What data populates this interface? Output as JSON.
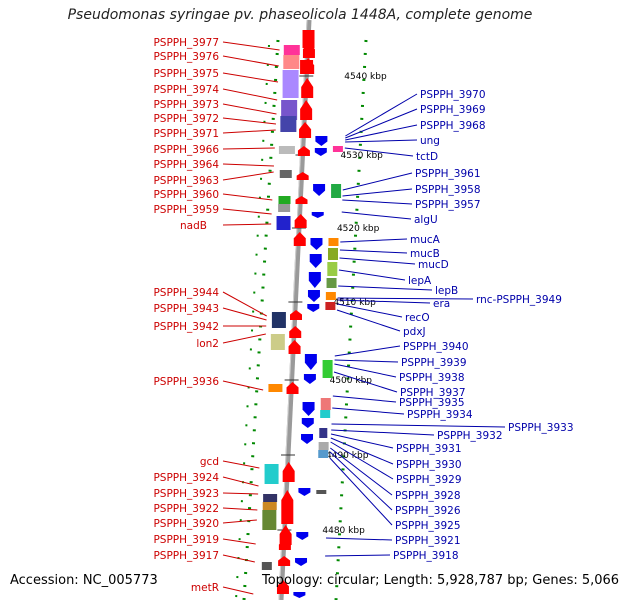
{
  "title": "Pseudomonas syringae pv. phaseolicola 1448A, complete genome",
  "footer": {
    "accession": "Accession: NC_005773",
    "summary": "Topology: circular; Length: 5,928,787 bp; Genes: 5,066"
  },
  "colors": {
    "left_label": "#cc0000",
    "right_label": "#0000aa",
    "forward_gene": "#ff0000",
    "reverse_gene": "#0000ee",
    "backbone": "#9a9a9a",
    "tick": "#008800"
  },
  "ticks": [
    {
      "label": "4540 kbp"
    },
    {
      "label": "4530 kbp"
    },
    {
      "label": "4520 kbp"
    },
    {
      "label": "4510 kbp"
    },
    {
      "label": "4500 kbp"
    },
    {
      "label": "4490 kbp"
    },
    {
      "label": "4480 kbp"
    }
  ],
  "left_labels": [
    "PSPPH_3977",
    "PSPPH_3976",
    "PSPPH_3975",
    "PSPPH_3974",
    "PSPPH_3973",
    "PSPPH_3972",
    "PSPPH_3971",
    "PSPPH_3966",
    "PSPPH_3964",
    "PSPPH_3963",
    "PSPPH_3960",
    "PSPPH_3959",
    "nadB",
    "PSPPH_3944",
    "PSPPH_3943",
    "PSPPH_3942",
    "lon2",
    "PSPPH_3936",
    "gcd",
    "PSPPH_3924",
    "PSPPH_3923",
    "PSPPH_3922",
    "PSPPH_3920",
    "PSPPH_3919",
    "PSPPH_3917",
    "metR"
  ],
  "right_labels": [
    "PSPPH_3970",
    "PSPPH_3969",
    "PSPPH_3968",
    "ung",
    "tctD",
    "PSPPH_3961",
    "PSPPH_3958",
    "PSPPH_3957",
    "algU",
    "mucA",
    "mucB",
    "mucD",
    "lepA",
    "lepB",
    "rnc-PSPPH_3949",
    "era",
    "recO",
    "pdxJ",
    "PSPPH_3940",
    "PSPPH_3939",
    "PSPPH_3938",
    "PSPPH_3937",
    "PSPPH_3935",
    "PSPPH_3934",
    "PSPPH_3933",
    "PSPPH_3932",
    "PSPPH_3931",
    "PSPPH_3930",
    "PSPPH_3929",
    "PSPPH_3928",
    "PSPPH_3926",
    "PSPPH_3925",
    "PSPPH_3921",
    "PSPPH_3918"
  ]
}
